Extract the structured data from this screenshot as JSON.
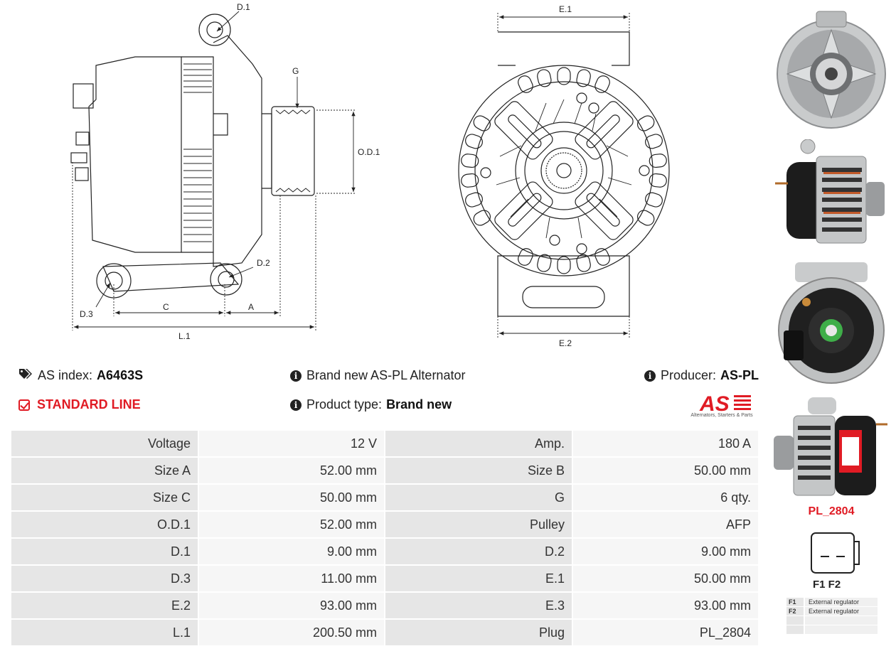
{
  "header": {
    "as_index_label": "AS index:",
    "as_index_value": "A6463S",
    "description": "Brand new AS-PL Alternator",
    "producer_label": "Producer:",
    "producer_value": "AS-PL",
    "line": "STANDARD LINE",
    "product_type_label": "Product type:",
    "product_type_value": "Brand new"
  },
  "logo": {
    "text": "AS",
    "tagline": "Alternators, Starters & Parts"
  },
  "drawing": {
    "labels": {
      "d1": "D.1",
      "d2": "D.2",
      "d3": "D.3",
      "g": "G",
      "od1": "O.D.1",
      "a": "A",
      "c": "C",
      "l1": "L.1",
      "e1": "E.1",
      "e2": "E.2"
    }
  },
  "specs": [
    {
      "label": "Voltage",
      "value": "12 V",
      "label2": "Amp.",
      "value2": "180 A"
    },
    {
      "label": "Size A",
      "value": "52.00 mm",
      "label2": "Size B",
      "value2": "50.00 mm"
    },
    {
      "label": "Size C",
      "value": "50.00 mm",
      "label2": "G",
      "value2": "6 qty."
    },
    {
      "label": "O.D.1",
      "value": "52.00 mm",
      "label2": "Pulley",
      "value2": "AFP"
    },
    {
      "label": "D.1",
      "value": "9.00 mm",
      "label2": "D.2",
      "value2": "9.00 mm"
    },
    {
      "label": "D.3",
      "value": "11.00 mm",
      "label2": "E.1",
      "value2": "50.00 mm"
    },
    {
      "label": "E.2",
      "value": "93.00 mm",
      "label2": "E.3",
      "value2": "93.00 mm"
    },
    {
      "label": "L.1",
      "value": "200.50 mm",
      "label2": "Plug",
      "value2": "PL_2804"
    }
  ],
  "plug": {
    "name": "PL_2804",
    "pin_labels": "F1 F2",
    "pins": [
      {
        "key": "F1",
        "desc": "External regulator"
      },
      {
        "key": "F2",
        "desc": "External regulator"
      },
      {
        "key": "",
        "desc": ""
      },
      {
        "key": "",
        "desc": ""
      }
    ]
  },
  "icons": {
    "tags": "tags-icon",
    "info": "info-icon",
    "check": "check-square-icon"
  },
  "colors": {
    "accent": "#e01b24",
    "cell": "#e6e6e6",
    "cell_value": "#f6f6f6"
  }
}
